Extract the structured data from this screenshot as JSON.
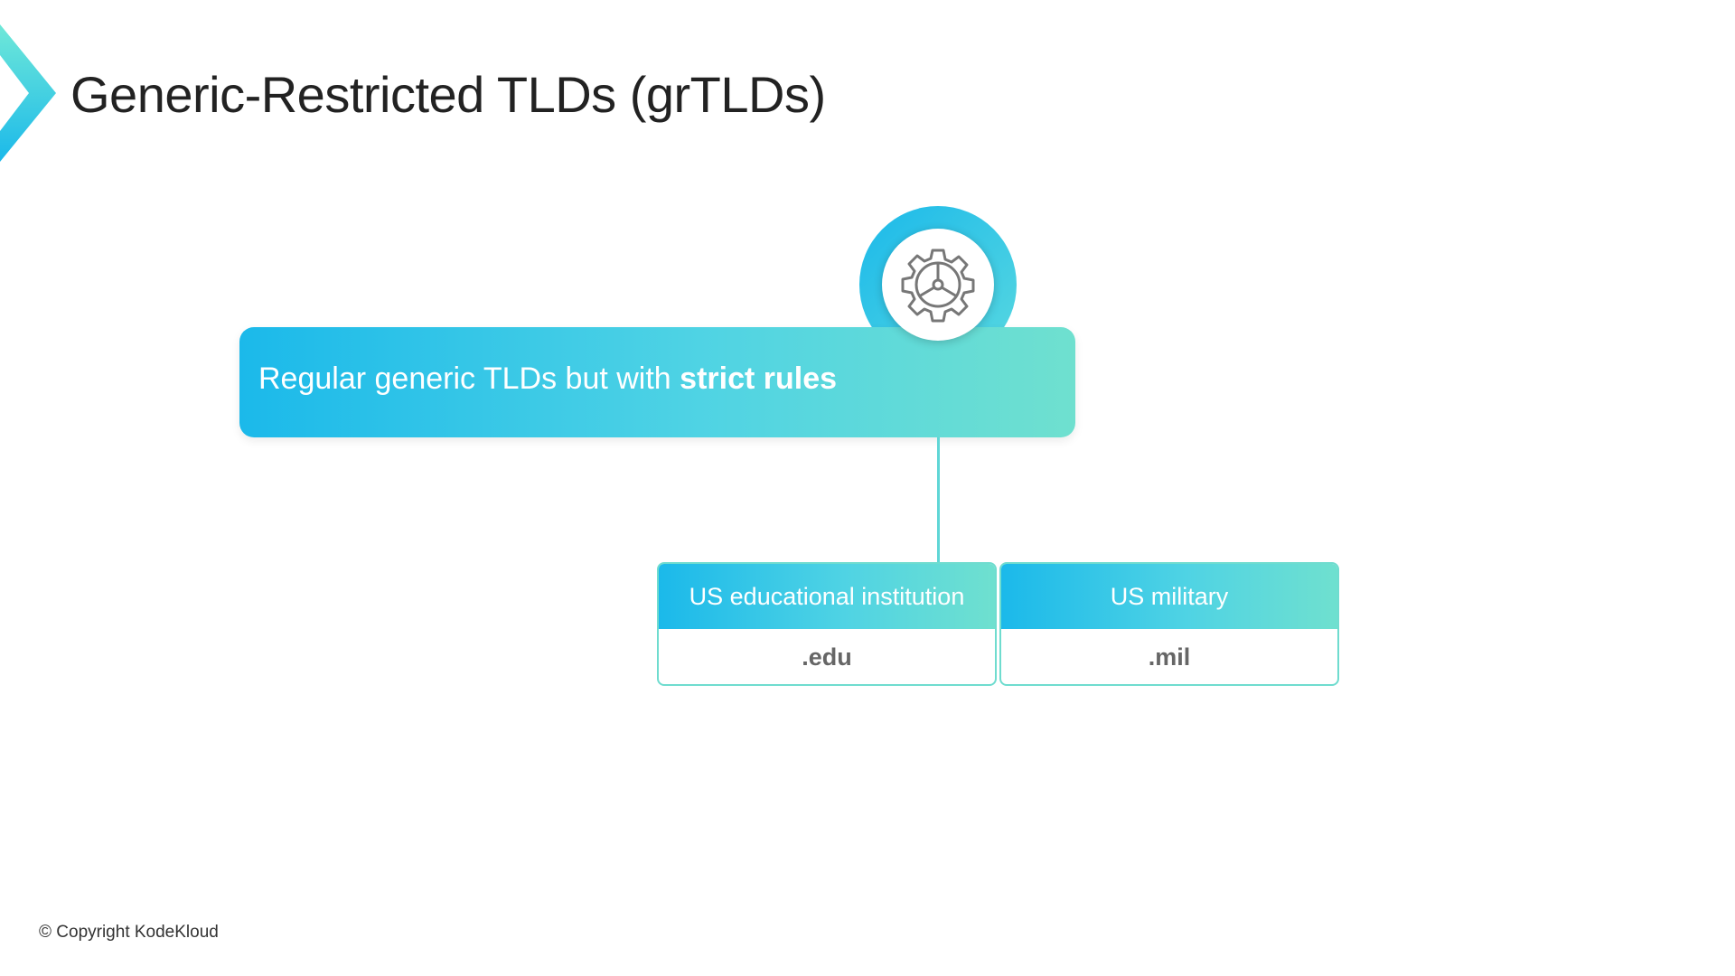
{
  "slide": {
    "title": "Generic-Restricted TLDs (grTLDs)",
    "banner": {
      "text": "Regular generic TLDs but with ",
      "bold": "strict rules",
      "icon": "gear-icon"
    },
    "cards": [
      {
        "header": "US educational institution",
        "value": ".edu"
      },
      {
        "header": "US military",
        "value": ".mil"
      }
    ],
    "copyright": "© Copyright KodeKloud"
  },
  "colors": {
    "accent_start": "#1bb9ea",
    "accent_end": "#6fe0cf"
  }
}
